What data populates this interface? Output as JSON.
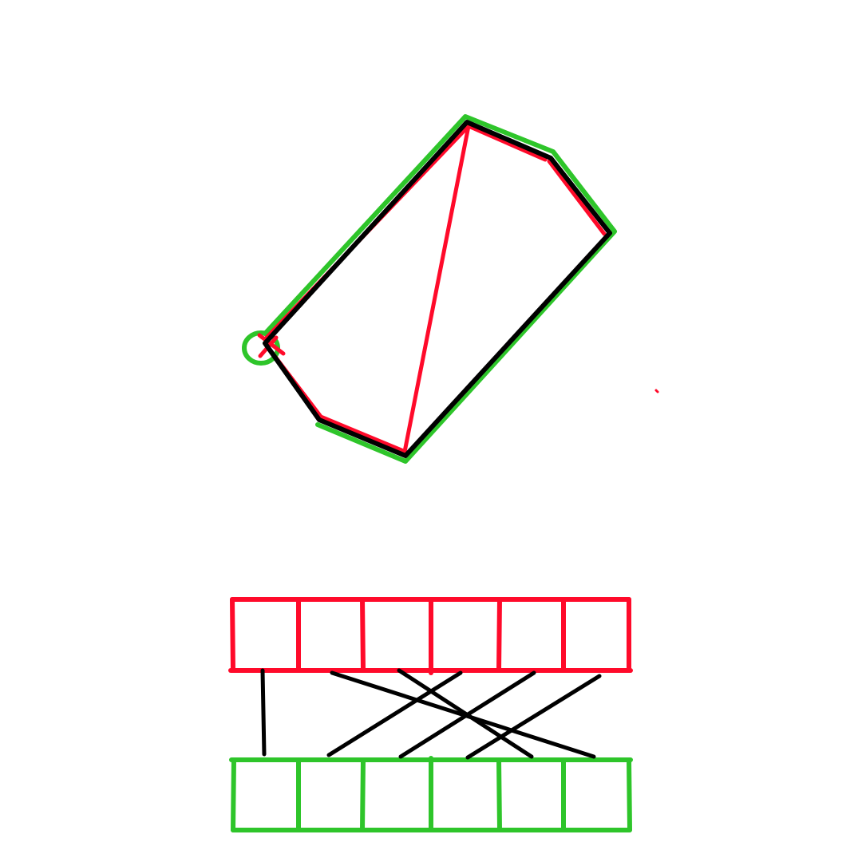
{
  "colors": {
    "red": "#ff0a2a",
    "green": "#2ec52a",
    "black": "#000000",
    "background": "#ffffff"
  },
  "diagram": {
    "top_polygon": {
      "vertex_count": 6,
      "outlines": [
        "green",
        "red",
        "black"
      ],
      "has_diagonal": true,
      "has_marker": true
    },
    "bottom_arrays": {
      "cells_per_row": 6,
      "rows": [
        "red",
        "green"
      ],
      "connector_count": 6
    }
  }
}
